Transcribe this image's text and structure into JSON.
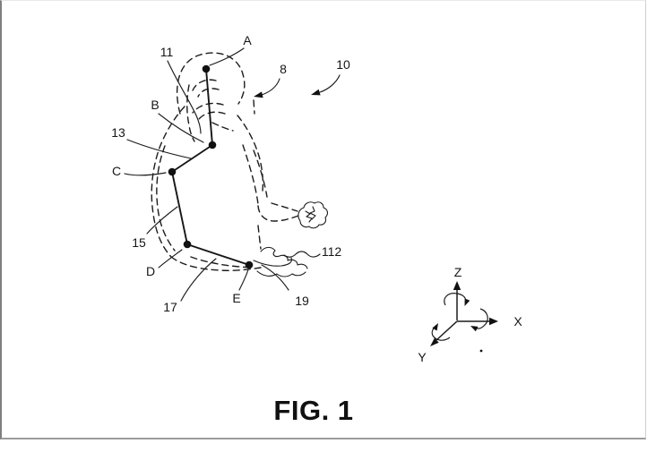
{
  "figure": {
    "caption": "FIG. 1",
    "labels": {
      "A": "A",
      "B": "B",
      "C": "C",
      "D": "D",
      "E": "E",
      "8": "8",
      "10": "10",
      "11": "11",
      "13": "13",
      "15": "15",
      "17": "17",
      "19": "19",
      "112": "112"
    },
    "skeleton_points": [
      "A",
      "B",
      "C",
      "D",
      "E"
    ]
  },
  "axes": {
    "x": "X",
    "y": "Y",
    "z": "Z"
  },
  "colors": {
    "ink": "#1c1c1c",
    "frame_gray": "#9c9c9c",
    "background": "#ffffff"
  }
}
